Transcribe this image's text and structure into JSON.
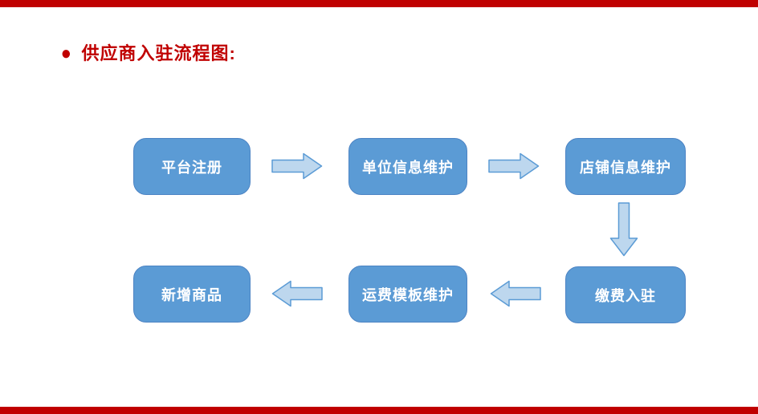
{
  "colors": {
    "page-bg": "#ffffff",
    "accent-red": "#c00000",
    "box-fill": "#5b9bd5",
    "box-border": "#4d84c4",
    "box-text": "#ffffff",
    "arrow-fill": "#bdd7ee",
    "arrow-border": "#5b9bd5"
  },
  "title": {
    "bullet": "●",
    "text": "供应商入驻流程图:"
  },
  "flowchart": {
    "nodes": [
      {
        "label": "平台注册"
      },
      {
        "label": "单位信息维护"
      },
      {
        "label": "店铺信息维护"
      },
      {
        "label": "缴费入驻"
      },
      {
        "label": "运费模板维护"
      },
      {
        "label": "新增商品"
      }
    ],
    "arrows": [
      {
        "direction": "right",
        "from": "平台注册",
        "to": "单位信息维护"
      },
      {
        "direction": "right",
        "from": "单位信息维护",
        "to": "店铺信息维护"
      },
      {
        "direction": "down",
        "from": "店铺信息维护",
        "to": "缴费入驻"
      },
      {
        "direction": "left",
        "from": "缴费入驻",
        "to": "运费模板维护"
      },
      {
        "direction": "left",
        "from": "运费模板维护",
        "to": "新增商品"
      }
    ]
  }
}
